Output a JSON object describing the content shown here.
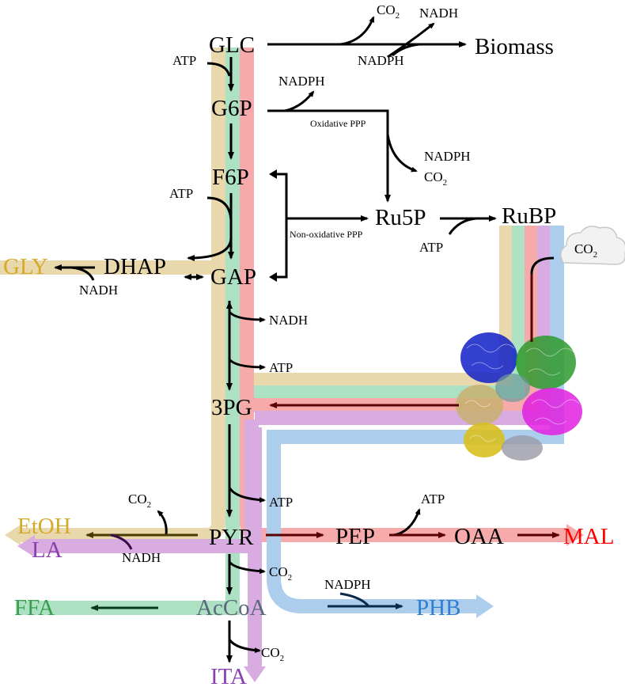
{
  "metabolites": {
    "glc": "GLC",
    "g6p": "G6P",
    "f6p": "F6P",
    "gap": "GAP",
    "dhap": "DHAP",
    "gly": "GLY",
    "ru5p": "Ru5P",
    "rubp": "RuBP",
    "pg3": "3PG",
    "pyr": "PYR",
    "pep": "PEP",
    "oaa": "OAA",
    "mal": "MAL",
    "etoh": "EtOH",
    "la": "LA",
    "ffa": "FFA",
    "accoa": "AcCoA",
    "phb": "PHB",
    "ita": "ITA",
    "biomass": "Biomass"
  },
  "cofactors": {
    "atp_glc": "ATP",
    "atp_f6p": "ATP",
    "atp_gap_3pg": "ATP",
    "atp_ru5p": "ATP",
    "atp_pyr": "ATP",
    "atp_pep": "ATP",
    "nadph_biomass": "NADPH",
    "nadh_biomass": "NADH",
    "co2_biomass": "CO",
    "nadph_g6p": "NADPH",
    "nadph_ppp": "NADPH",
    "co2_ppp": "CO",
    "nadh_gly": "NADH",
    "nadh_gap": "NADH",
    "co2_cloud": "CO",
    "co2_etoh": "CO",
    "nadh_la": "NADH",
    "co2_pyr": "CO",
    "nadph_phb": "NADPH",
    "co2_ita": "CO",
    "sub2": "2"
  },
  "pathway_labels": {
    "oxidative_ppp": "Oxidative PPP",
    "non_oxidative_ppp": "Non-oxidative PPP"
  },
  "colors": {
    "gly_etoh": "#e8d6a8",
    "ffa": "#a8e0c0",
    "mal": "#f7a6a6",
    "la_ita": "#d6a8e0",
    "phb": "#a8cbea",
    "gly_text": "#d4aa2a",
    "etoh_text": "#d4aa2a",
    "la_text": "#8a3fb0",
    "ffa_text": "#3a9e4e",
    "mal_text": "#ff0000",
    "phb_text": "#2f7fd0",
    "ita_text": "#8a3fb0",
    "accoa_text": "#5a6a7a"
  },
  "icons": {
    "cloud": "cloud-icon",
    "rubisco": "rubisco-protein-structure"
  }
}
